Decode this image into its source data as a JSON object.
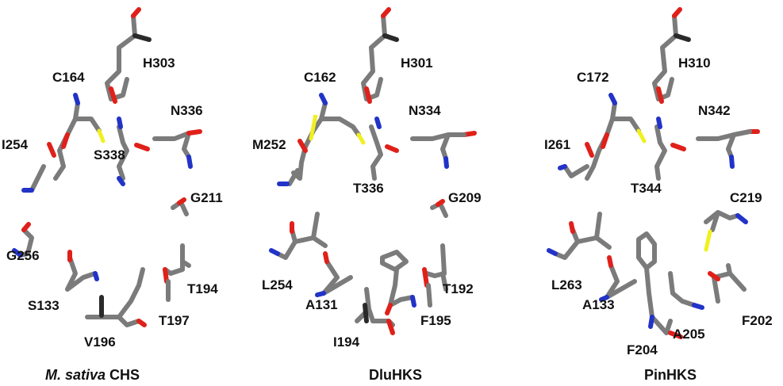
{
  "panels": [
    {
      "caption_italic": "M. sativa",
      "caption_rest": " CHS",
      "residues": [
        "H303",
        "C164",
        "N336",
        "I254",
        "S338",
        "G211",
        "G256",
        "S133",
        "T194",
        "T197",
        "V196"
      ]
    },
    {
      "caption": "DluHKS",
      "residues": [
        "H301",
        "C162",
        "N334",
        "M252",
        "T336",
        "G209",
        "L254",
        "T192",
        "A131",
        "F195",
        "I194"
      ]
    },
    {
      "caption": "PinHKS",
      "residues": [
        "H310",
        "C172",
        "N342",
        "I261",
        "T344",
        "C219",
        "L263",
        "F202",
        "A133",
        "A205",
        "F204"
      ]
    }
  ],
  "colors": {
    "carbon": "#7b7b7b",
    "oxygen": "#e0201a",
    "nitrogen": "#2233c8",
    "sulfur": "#f0f020"
  }
}
